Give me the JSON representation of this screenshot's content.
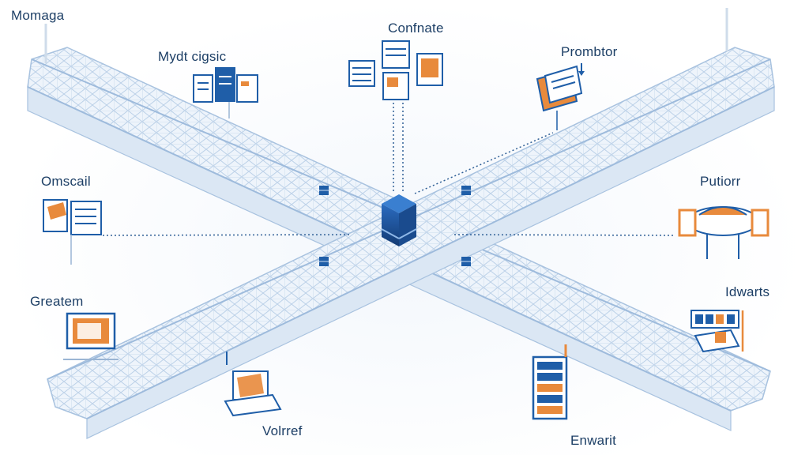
{
  "colors": {
    "truss": "#b9cfe6",
    "truss_light": "#e6eef8",
    "accent_blue": "#1f5ea8",
    "dark_blue": "#153a6e",
    "orange": "#e88a3c",
    "text": "#1d3f66"
  },
  "labels": {
    "top_left": "Momaga",
    "mydt": "Mydt cigsic",
    "confnate": "Confnate",
    "prombtor": "Prombtor",
    "omscail": "Omscail",
    "putiorr": "Putiorr",
    "greatem": "Greatem",
    "idwarts": "Idwarts",
    "volrref": "Volrref",
    "enwarit": "Enwarit"
  },
  "icons": {
    "mydt": "server-cluster-icon",
    "confnate": "storage-boxes-icon",
    "prombtor": "folder-stack-icon",
    "omscail": "document-cabinet-icon",
    "putiorr": "gateway-device-icon",
    "greatem": "monitor-icon",
    "idwarts": "control-panel-icon",
    "volrref": "laptop-icon",
    "enwarit": "server-rack-icon",
    "hub": "central-cube-icon"
  }
}
